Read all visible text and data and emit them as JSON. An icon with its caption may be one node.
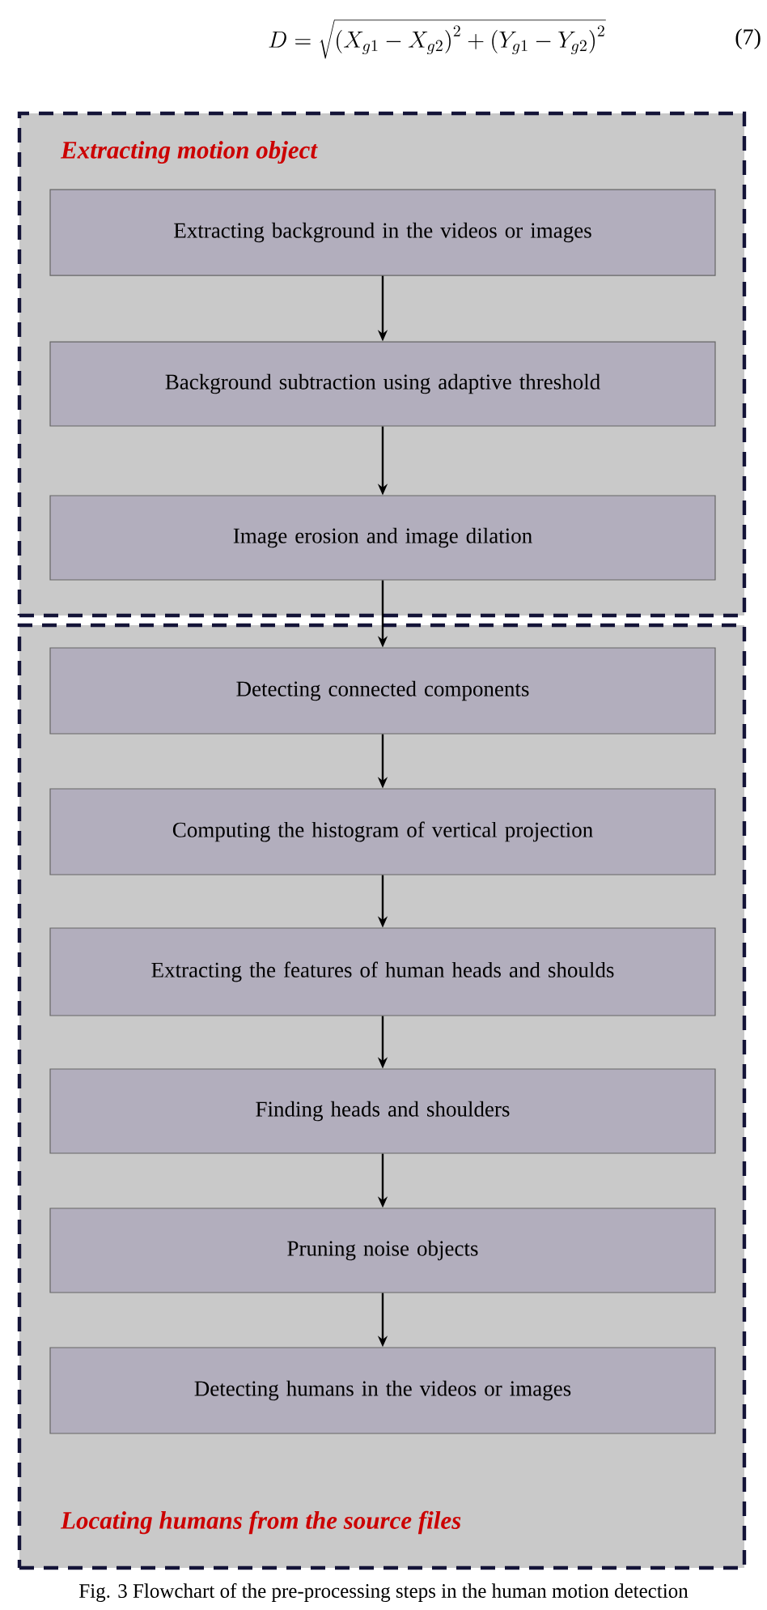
{
  "diagram": {
    "caption": "Fig. 3 Flowchart of the pre-processing steps in the human motion detection",
    "nodes": [
      {
        "text": [
          "Extracting motion object"
        ]
      },
      {
        "text": [
          "Extracting background in the videos or images"
        ],
        "in": 0
      },
      {
        "text": [
          "Background subtraction using adaptive threshold"
        ],
        "in": 0
      },
      {
        "text": [
          "Image erosion and image dilation"
        ],
        "in": 0
      },
      {
        "text": [
          "Locating humans from the source files"
        ]
      },
      {
        "text": [
          "Detecting connected components"
        ],
        "in": 4
      },
      {
        "text": [
          "Computing the histogram of vertical projection"
        ],
        "in": 4
      },
      {
        "text": [
          "Extracting the features of human heads and shoulds"
        ],
        "in": 4
      },
      {
        "text": [
          "Finding heads and shoulders"
        ],
        "in": 4
      },
      {
        "text": [
          "Pruning noise objects"
        ],
        "in": 4
      },
      {
        "text": [
          "Detecting humans in the videos or images"
        ],
        "in": 4
      }
    ],
    "edges": [
      {
        "from": 1,
        "to": 2,
        "arrow": "to"
      },
      {
        "from": 2,
        "to": 3,
        "arrow": "to"
      },
      {
        "from": 3,
        "to": 5,
        "arrow": "to"
      },
      {
        "from": 5,
        "to": 6,
        "arrow": "to"
      },
      {
        "from": 6,
        "to": 7,
        "arrow": "to"
      },
      {
        "from": 7,
        "to": 8,
        "arrow": "to"
      },
      {
        "from": 8,
        "to": 9,
        "arrow": "to"
      },
      {
        "from": 9,
        "to": 10,
        "arrow": "to"
      }
    ],
    "labels": [
      "D=\\sqrt{\\left(X_{g1}-X_{g2}\\right)^{2}+\\left(Y_{g1}-Y_{g2}\\right)^{2}}",
      "(7)"
    ]
  }
}
